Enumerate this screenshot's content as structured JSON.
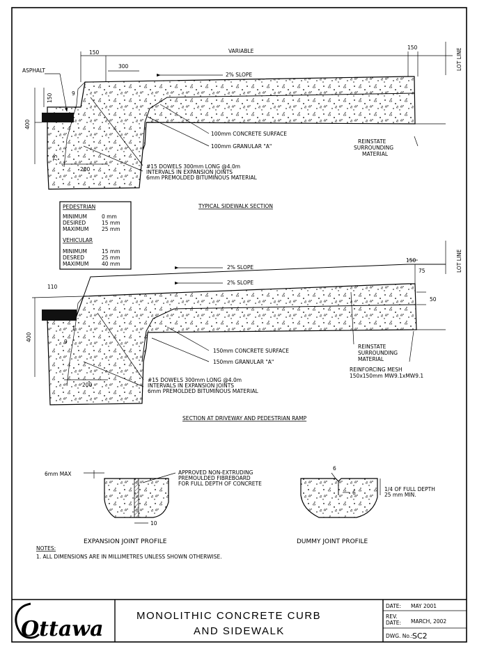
{
  "section1": {
    "dims": {
      "d150_left": "150",
      "d300": "300",
      "variable": "VARIABLE",
      "d150_right": "150",
      "d150_vert": "150",
      "d9": "9",
      "d400": "400",
      "d75": "75",
      "d200": "200"
    },
    "lot_line": "LOT LINE",
    "asphalt": "ASPHALT",
    "slope": "2% SLOPE",
    "concrete_surface": "100mm CONCRETE SURFACE",
    "granular": "100mm GRANULAR \"A\"",
    "reinstate": [
      "REINSTATE",
      "SURROUNDING",
      "MATERIAL"
    ],
    "dowels": [
      "#15 DOWELS 300mm LONG @4.0m",
      "INTERVALS IN EXPANSION JOINTS",
      "6mm PREMOLDED BITUMINOUS MATERIAL"
    ],
    "caption": "TYPICAL SIDEWALK SECTION"
  },
  "table": {
    "pedestrian_header": "PEDESTRIAN",
    "pedestrian_rows": [
      {
        "label": "MINIMUM",
        "value": "0 mm"
      },
      {
        "label": "DESIRED",
        "value": "15 mm"
      },
      {
        "label": "MAXIMUM",
        "value": "25 mm"
      }
    ],
    "vehicular_header": "VEHICULAR",
    "vehicular_rows": [
      {
        "label": "MINIMUM",
        "value": "15 mm"
      },
      {
        "label": "DESRED",
        "value": "25 mm"
      },
      {
        "label": "MAXIMUM",
        "value": "40 mm"
      }
    ]
  },
  "section2": {
    "dims": {
      "d150": "150",
      "d75": "75",
      "d110": "110",
      "d50": "50",
      "d400": "400",
      "d1": "1",
      "d9": "9",
      "d200": "200"
    },
    "lot_line": "LOT LINE",
    "slope_top": "2% SLOPE",
    "slope_mid": "2% SLOPE",
    "concrete_surface": "150mm CONCRETE SURFACE",
    "granular": "150mm GRANULAR \"A\"",
    "reinstate": [
      "REINSTATE",
      "SURROUNDING",
      "MATERIAL"
    ],
    "mesh": [
      "REINFORCING MESH",
      "150x150mm MW9.1xMW9.1"
    ],
    "dowels": [
      "#15 DOWELS 300mm LONG @4.0m",
      "INTERVALS IN EXPANSION JOINTS",
      "6mm PREMOLDED BITUMINOUS MATERIAL"
    ],
    "caption": "SECTION AT DRIVEWAY AND PEDESTRIAN RAMP"
  },
  "expansion": {
    "max": "6mm MAX",
    "note": [
      "APPROVED NON-EXTRUDING",
      "PREMOULDED FIBREBOARD",
      "FOR FULL DEPTH OF CONCRETE"
    ],
    "d10": "10",
    "caption": "EXPANSION JOINT PROFILE"
  },
  "dummy": {
    "d6_top": "6",
    "d6_mid": "6",
    "note": [
      "1/4 OF FULL DEPTH",
      "25 mm MIN."
    ],
    "caption": "DUMMY JOINT PROFILE"
  },
  "notes": {
    "header": "NOTES:",
    "items": [
      "1. ALL DIMENSIONS ARE IN MILLIMETRES UNLESS SHOWN OTHERWISE."
    ]
  },
  "title_block": {
    "logo_text": "Ottawa",
    "title_line1": "MONOLITHIC CONCRETE CURB",
    "title_line2": "AND SIDEWALK",
    "date_label": "DATE:",
    "date_value": "MAY 2001",
    "rev_label1": "REV.",
    "rev_label2": "DATE:",
    "rev_value": "MARCH, 2002",
    "dwg_label": "DWG. No.:",
    "dwg_value": "SC2"
  }
}
